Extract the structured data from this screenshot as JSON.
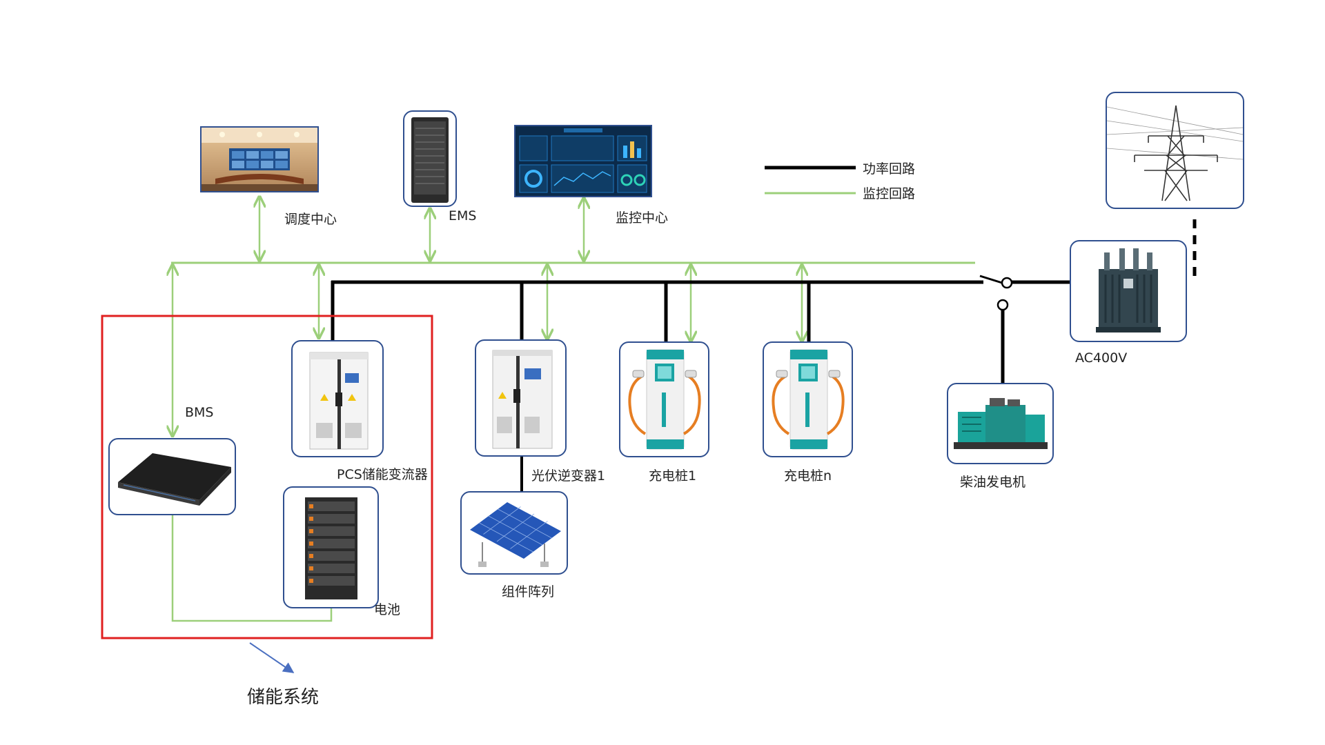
{
  "labels": {
    "dispatch_center": "调度中心",
    "ems": "EMS",
    "monitor_center": "监控中心",
    "bms": "BMS",
    "pcs": "PCS储能变流器",
    "battery": "电池",
    "storage_system": "储能系统",
    "pv_inverter": "光伏逆变器1",
    "pv_array": "组件阵列",
    "charger_1": "充电桩1",
    "charger_n": "充电桩n",
    "diesel_generator": "柴油发电机",
    "transformer": "AC400V"
  },
  "legend": {
    "power_loop": "功率回路",
    "monitor_loop": "监控回路"
  },
  "colors": {
    "power_line": "#000000",
    "monitor_line": "#9ccf7a",
    "card_border": "#2f4f8f",
    "storage_box": "#e02020",
    "pointer_arrow": "#4a6fc0"
  }
}
